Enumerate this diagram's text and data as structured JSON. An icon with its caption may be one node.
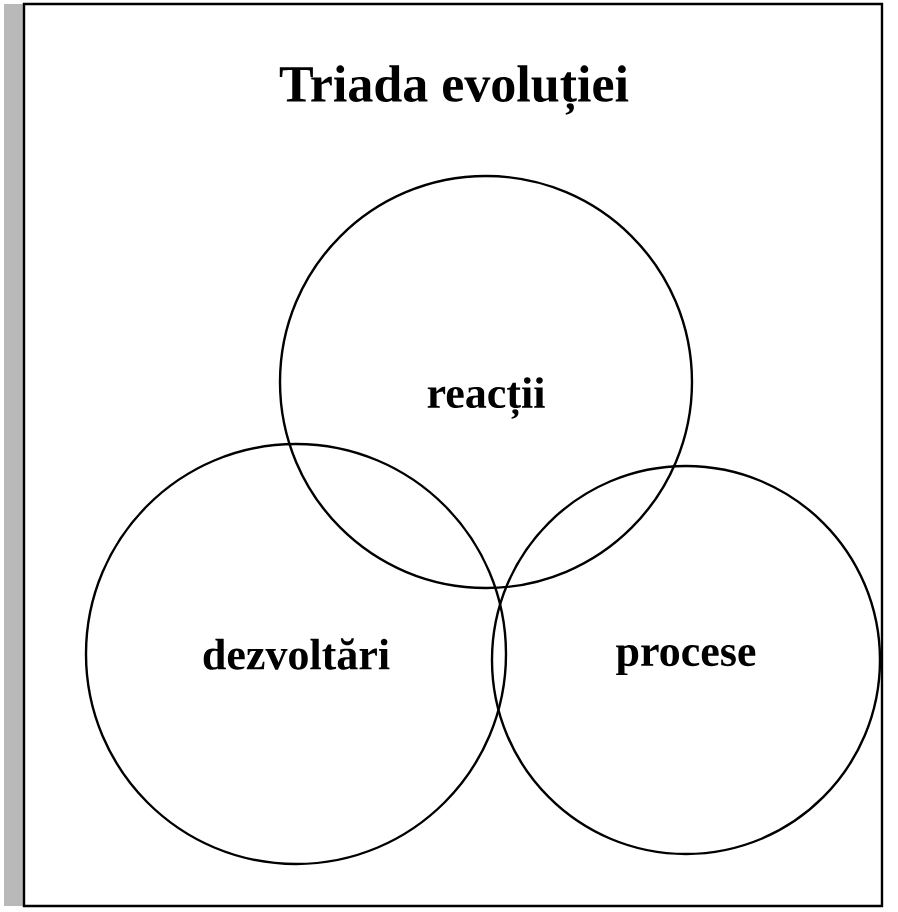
{
  "diagram": {
    "title": "Triada evoluției",
    "nodes": [
      {
        "text": [
          "reacții"
        ]
      },
      {
        "text": [
          "dezvoltări"
        ]
      },
      {
        "text": [
          "procese"
        ]
      }
    ]
  }
}
